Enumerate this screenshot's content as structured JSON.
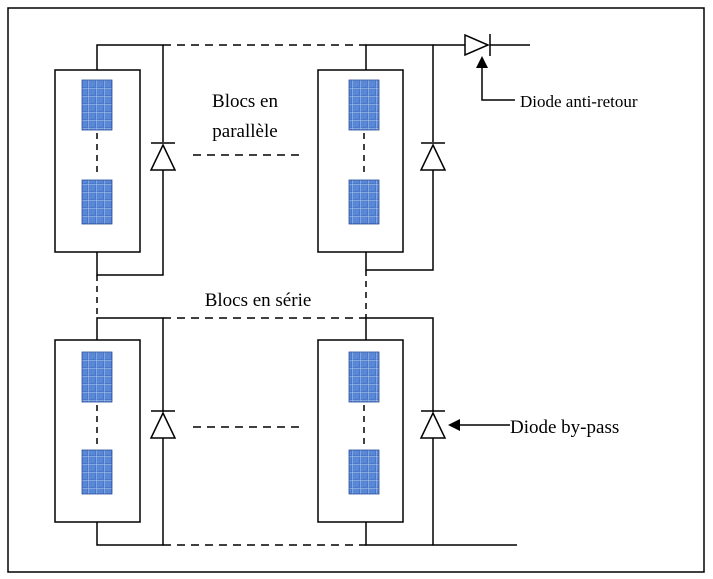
{
  "diagram": {
    "labels": {
      "parallel_line1": "Blocs en",
      "parallel_line2": "parallèle",
      "series": "Blocs en série",
      "anti_return_diode": "Diode anti-retour",
      "bypass_diode": "Diode by-pass"
    },
    "colors": {
      "line": "#000000",
      "cell_blue": "#4a78c8",
      "cell_dark": "#2a4f9a",
      "cell_light": "#8fb0e6",
      "background": "#ffffff"
    },
    "modules": [
      {
        "id": "module-top-left"
      },
      {
        "id": "module-top-right"
      },
      {
        "id": "module-bottom-left"
      },
      {
        "id": "module-bottom-right"
      }
    ]
  }
}
